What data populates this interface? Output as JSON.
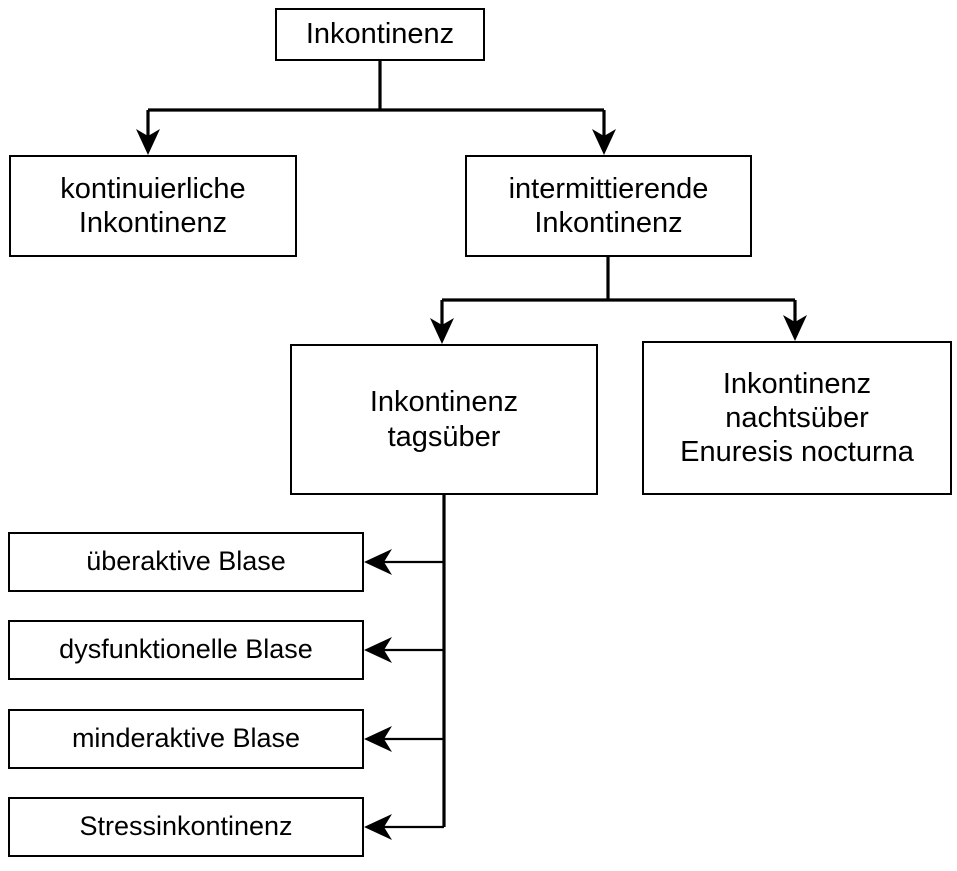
{
  "diagram": {
    "title": "Inkontinenz",
    "language": "de",
    "background_color": "#ffffff",
    "line_color": "#000000",
    "text_color": "#000000",
    "nodes": {
      "root": {
        "label": "Inkontinenz"
      },
      "continuous": {
        "label": "kontinuierliche\nInkontinenz"
      },
      "intermittent": {
        "label": "intermittierende\nInkontinenz"
      },
      "daytime": {
        "label": "Inkontinenz\ntagsüber"
      },
      "nighttime": {
        "label": "Inkontinenz\nnachtsüber\nEnuresis nocturna"
      }
    },
    "leaves": [
      {
        "label": "überaktive Blase"
      },
      {
        "label": "dysfunktionelle Blase"
      },
      {
        "label": "minderaktive Blase"
      },
      {
        "label": "Stressinkontinenz"
      }
    ],
    "edges": [
      {
        "from": "root",
        "to": "continuous",
        "arrow": "down"
      },
      {
        "from": "root",
        "to": "intermittent",
        "arrow": "down"
      },
      {
        "from": "intermittent",
        "to": "daytime",
        "arrow": "down"
      },
      {
        "from": "intermittent",
        "to": "nighttime",
        "arrow": "down"
      },
      {
        "from": "daytime",
        "to": "überaktive Blase",
        "arrow": "left"
      },
      {
        "from": "daytime",
        "to": "dysfunktionelle Blase",
        "arrow": "left"
      },
      {
        "from": "daytime",
        "to": "minderaktive Blase",
        "arrow": "left"
      },
      {
        "from": "daytime",
        "to": "Stressinkontinenz",
        "arrow": "left"
      }
    ]
  }
}
